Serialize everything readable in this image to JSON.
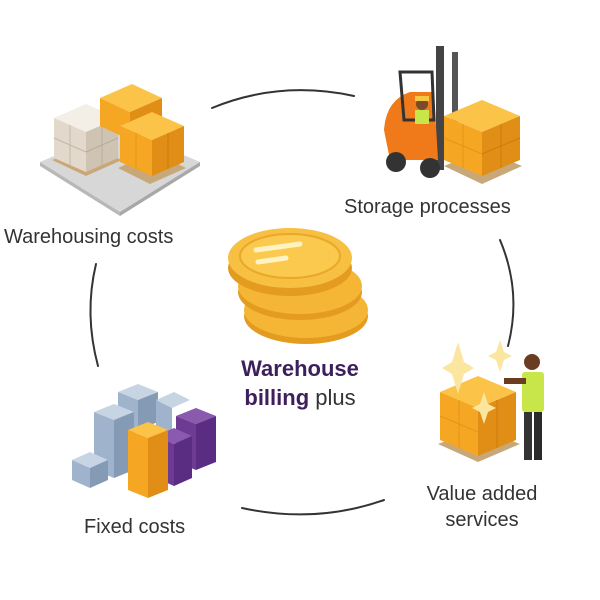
{
  "diagram": {
    "nodes": [
      {
        "id": "warehousing",
        "label": "Warehousing costs"
      },
      {
        "id": "storage",
        "label": "Storage processes"
      },
      {
        "id": "value",
        "label": "Value added services"
      },
      {
        "id": "fixed",
        "label": "Fixed costs"
      }
    ],
    "center": {
      "line1_bold": "Warehouse",
      "line2_bold": "billing",
      "line2_plain": "plus"
    },
    "colors": {
      "arc": "#333333",
      "box_orange": "#f5a623",
      "box_orange_dark": "#d98a12",
      "cream_box": "#e8e0d4",
      "coin_gold": "#f0b429",
      "purple": "#5b2d82",
      "blue_grey": "#9fb4cc",
      "forklift_orange": "#f07a1a",
      "pallet": "#c8a878",
      "sparkle": "#fbe6a0",
      "vest": "#c8e64a",
      "title_purple": "#3d1f5c"
    }
  }
}
